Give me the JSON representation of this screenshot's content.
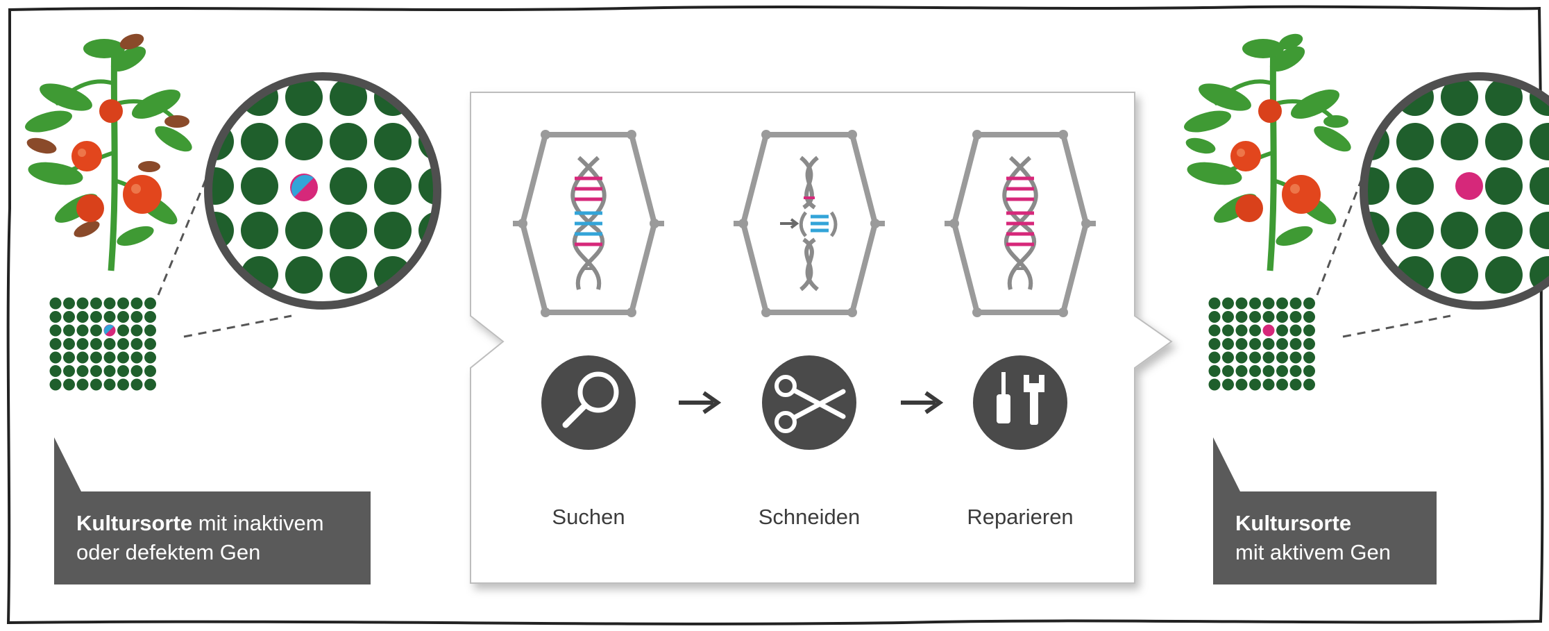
{
  "left_label": {
    "bold": "Kultursorte",
    "rest": " mit inaktivem",
    "line2": "oder defektem Gen"
  },
  "right_label": {
    "bold": "Kultursorte",
    "line2": "mit aktivem Gen"
  },
  "steps": [
    {
      "label": "Suchen",
      "icon": "magnifier-icon"
    },
    {
      "label": "Schneiden",
      "icon": "scissors-icon"
    },
    {
      "label": "Reparieren",
      "icon": "repair-tools-icon"
    }
  ],
  "colors": {
    "leaf_green": "#2e8b2e",
    "cell_green": "#1f5f2c",
    "tomato_red": "#e2461d",
    "gene_pink": "#d6287a",
    "gene_blue": "#33a4d8",
    "label_gray": "#5a5a5a",
    "frame_gray": "#9a9a9a",
    "icon_dark": "#4a4a4a"
  }
}
